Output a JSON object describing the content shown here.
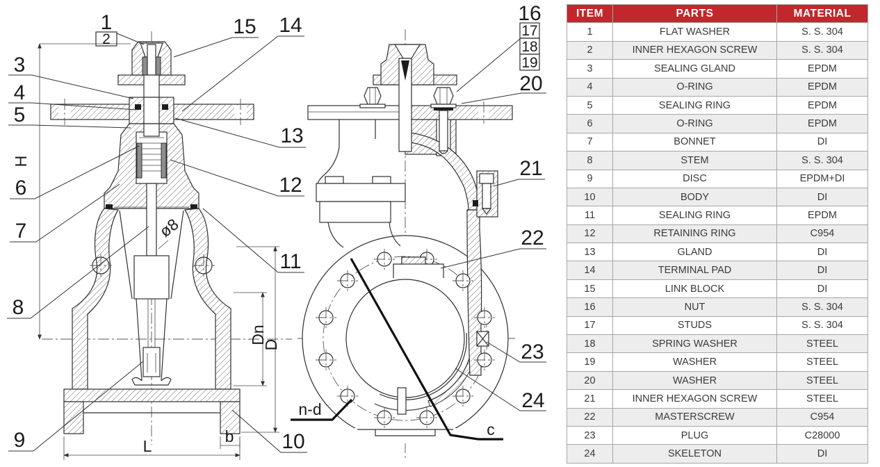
{
  "diagram": {
    "callouts": [
      "1",
      "2",
      "3",
      "4",
      "5",
      "6",
      "7",
      "8",
      "9",
      "10",
      "11",
      "12",
      "13",
      "14",
      "15",
      "16",
      "17",
      "18",
      "19",
      "20",
      "21",
      "22",
      "23",
      "24"
    ],
    "dims": {
      "height": "H",
      "stem_diameter": "ø8",
      "nominal_diameter": "Dn",
      "outer_diameter": "D",
      "length": "L",
      "flange_thickness": "b",
      "bolt_spec": "n-d",
      "section": "c"
    }
  },
  "table": {
    "columns": [
      "ITEM",
      "PARTS",
      "MATERIAL"
    ],
    "rows": [
      [
        "1",
        "FLAT WASHER",
        "S. S. 304"
      ],
      [
        "2",
        "INNER HEXAGON SCREW",
        "S. S. 304"
      ],
      [
        "3",
        "SEALING GLAND",
        "EPDM"
      ],
      [
        "4",
        "O-RING",
        "EPDM"
      ],
      [
        "5",
        "SEALING RING",
        "EPDM"
      ],
      [
        "6",
        "O-RING",
        "EPDM"
      ],
      [
        "7",
        "BONNET",
        "DI"
      ],
      [
        "8",
        "STEM",
        "S. S. 304"
      ],
      [
        "9",
        "DISC",
        "EPDM+DI"
      ],
      [
        "10",
        "BODY",
        "DI"
      ],
      [
        "11",
        "SEALING RING",
        "EPDM"
      ],
      [
        "12",
        "RETAINING RING",
        "C954"
      ],
      [
        "13",
        "GLAND",
        "DI"
      ],
      [
        "14",
        "TERMINAL PAD",
        "DI"
      ],
      [
        "15",
        "LINK BLOCK",
        "DI"
      ],
      [
        "16",
        "NUT",
        "S. S. 304"
      ],
      [
        "17",
        "STUDS",
        "S. S. 304"
      ],
      [
        "18",
        "SPRING WASHER",
        "STEEL"
      ],
      [
        "19",
        "WASHER",
        "STEEL"
      ],
      [
        "20",
        "WASHER",
        "STEEL"
      ],
      [
        "21",
        "INNER HEXAGON SCREW",
        "STEEL"
      ],
      [
        "22",
        "MASTERSCREW",
        "C954"
      ],
      [
        "23",
        "PLUG",
        "C28000"
      ],
      [
        "24",
        "SKELETON",
        "DI"
      ]
    ],
    "colors": {
      "header_bg": "#c1272d",
      "header_text": "#ffffff",
      "row_alt_bg": "#ededed",
      "border": "#a6a6a6",
      "text": "#3a3a3a"
    }
  }
}
